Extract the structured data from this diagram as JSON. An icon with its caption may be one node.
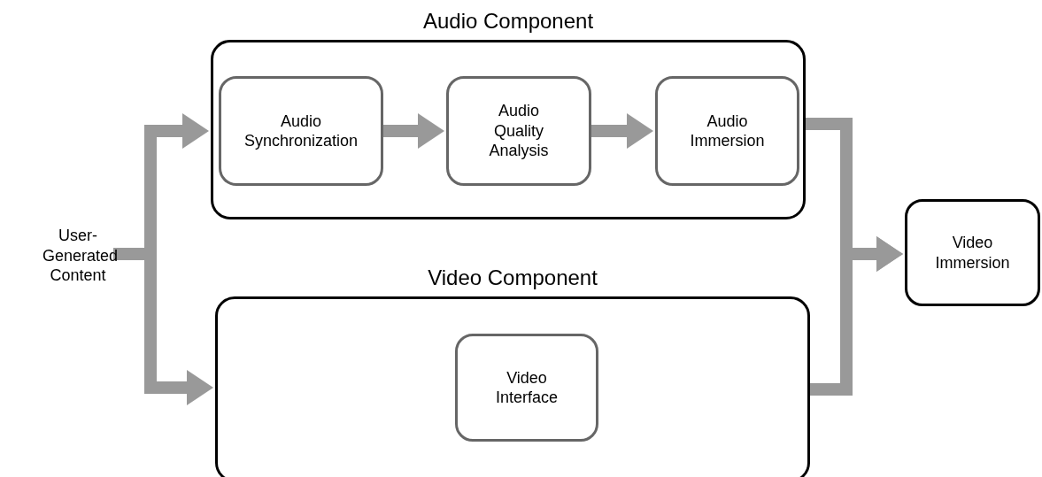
{
  "diagram": {
    "nodes": [
      {
        "text": [
          "User-Generated Content"
        ]
      },
      {
        "text": [
          "Audio Component"
        ]
      },
      {
        "text": [
          "Audio Synchronization"
        ],
        "in": 1
      },
      {
        "text": [
          "Audio Quality Analysis"
        ],
        "in": 1
      },
      {
        "text": [
          "Audio Immersion"
        ],
        "in": 1
      },
      {
        "text": [
          "Video Component"
        ]
      },
      {
        "text": [
          "Video Interface"
        ],
        "in": 5
      },
      {
        "text": [
          "Video Immersion"
        ]
      }
    ],
    "edges": [
      {
        "from": 0,
        "to": 1,
        "arrow": "to"
      },
      {
        "from": 0,
        "to": 5,
        "arrow": "to"
      },
      {
        "from": 2,
        "to": 3,
        "arrow": "to"
      },
      {
        "from": 3,
        "to": 4,
        "arrow": "to"
      },
      {
        "from": 1,
        "to": 7,
        "arrow": "to"
      },
      {
        "from": 5,
        "to": 7,
        "arrow": "to"
      }
    ]
  }
}
